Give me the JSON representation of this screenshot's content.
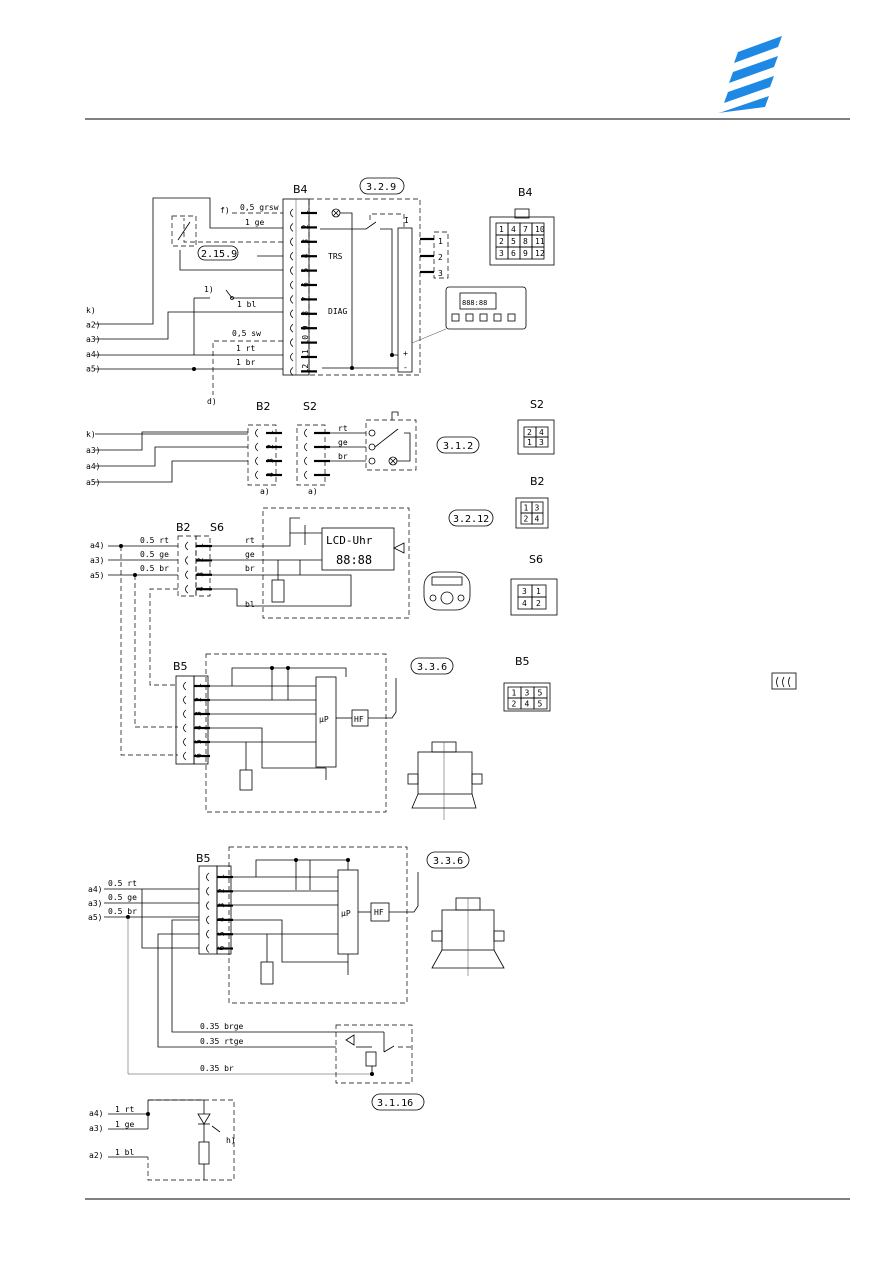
{
  "header": {
    "logo": "eberspaecher-logo"
  },
  "section1": {
    "ref": "3.2.9",
    "ref2": "2.15.9",
    "plug": "B4",
    "wires": {
      "f": "0,5 grsw",
      "ge": "1 ge",
      "bl": "1 bl",
      "sw": "0,5 sw",
      "rt": "1 rt",
      "br": "1 br"
    },
    "leads": [
      "k)",
      "a2)",
      "a3)",
      "a4)",
      "a5)"
    ],
    "f_label": "f)",
    "d_label": "d)",
    "one_label": "1)",
    "pins": [
      "1",
      "2",
      "3",
      "4",
      "5",
      "6",
      "7",
      "8",
      "9",
      "10",
      "11",
      "12"
    ],
    "trs": "TRS",
    "diag": "DIAG",
    "bar_i": "I",
    "plus": "+",
    "minus": "-",
    "connector_title": "B4",
    "connector_cells": [
      "1",
      "4",
      "7",
      "10",
      "2",
      "5",
      "8",
      "11",
      "3",
      "6",
      "9",
      "12"
    ],
    "lcd_text": "888:88"
  },
  "section2": {
    "ref": "3.1.2",
    "plugA": "B2",
    "plugB": "S2",
    "leads": [
      "k)",
      "a3)",
      "a4)",
      "a5)"
    ],
    "wires": [
      "rt",
      "ge",
      "br"
    ],
    "pins": [
      "1",
      "2",
      "3",
      "4"
    ],
    "under": "a)",
    "s2_title": "S2",
    "s2_cells": [
      "2",
      "4",
      "1",
      "3"
    ],
    "b2_title": "B2",
    "b2_cells": [
      "1",
      "3",
      "2",
      "4"
    ]
  },
  "section3": {
    "ref": "3.2.12",
    "plugA": "B2",
    "plugB": "S6",
    "leads": [
      "a4)",
      "a3)",
      "a5)"
    ],
    "wires_in": [
      "0.5 rt",
      "0.5 ge",
      "0.5 br"
    ],
    "wires_out": [
      "rt",
      "ge",
      "br",
      "bl"
    ],
    "pins": [
      "1",
      "2",
      "3",
      "4"
    ],
    "lcd_label": "LCD-Uhr",
    "lcd_digits": "88:88",
    "s6_title": "S6",
    "s6_cells": [
      "3",
      "1",
      "4",
      "2"
    ]
  },
  "section4": {
    "ref": "3.3.6",
    "plug": "B5",
    "pins": [
      "1",
      "2",
      "3",
      "4",
      "5",
      "6"
    ],
    "up": "µP",
    "hf": "HF",
    "b5_title": "B5",
    "b5_cells": [
      "1",
      "3",
      "5",
      "2",
      "4",
      "5"
    ]
  },
  "section5": {
    "ref": "3.3.6",
    "plug": "B5",
    "pins": [
      "1",
      "2",
      "3",
      "4",
      "5",
      "6"
    ],
    "leads": [
      "a4)",
      "a3)",
      "a5)"
    ],
    "wires": [
      "0.5 rt",
      "0.5 ge",
      "0.5 br"
    ],
    "up": "µP",
    "hf": "HF",
    "bottom_wires": [
      "0.35 brge",
      "0.35 rtge",
      "0.35 br"
    ],
    "ref2": "3.1.16"
  },
  "section6": {
    "leads": [
      "a4)",
      "a3)",
      "a2)"
    ],
    "wires": [
      "1 rt",
      "1 ge",
      "1 bl"
    ],
    "h_label": "h)"
  }
}
